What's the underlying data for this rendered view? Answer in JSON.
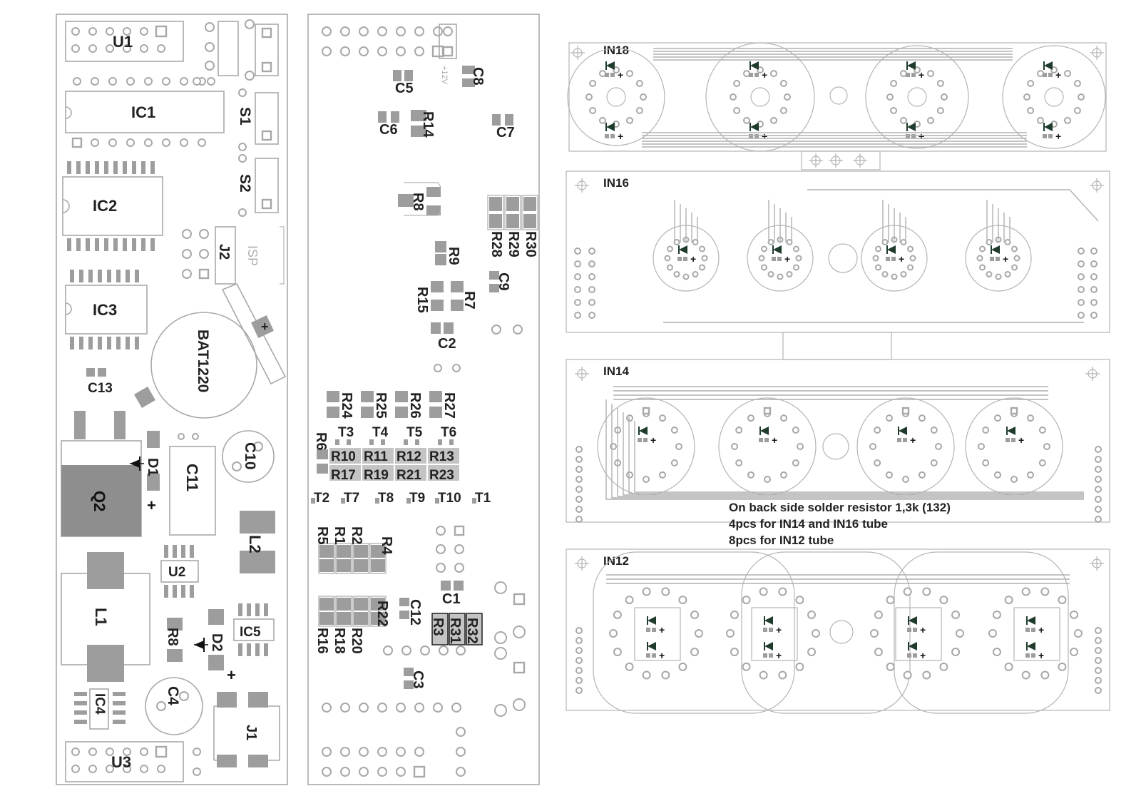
{
  "boards": {
    "main": {
      "labels": [
        "U1",
        "IC1",
        "S1",
        "S2",
        "IC2",
        "J2",
        "IC3",
        "BAT1220",
        "C13",
        "Q2",
        "D1",
        "C11",
        "C10",
        "L2",
        "U2",
        "L1",
        "R8",
        "D2",
        "IC5",
        "C4",
        "IC4",
        "J1",
        "U3"
      ],
      "silk_isp": "ISP",
      "polarity_plus": "+"
    },
    "control": {
      "labels": [
        "C5",
        "C8",
        "C6",
        "R14",
        "C7",
        "R8",
        "R28",
        "R29",
        "R30",
        "R9",
        "C9",
        "R15",
        "R7",
        "C2",
        "R24",
        "R25",
        "R26",
        "R27",
        "T3",
        "T4",
        "T5",
        "T6",
        "R6",
        "R10",
        "R11",
        "R12",
        "R13",
        "R17",
        "R19",
        "R21",
        "R23",
        "T2",
        "T7",
        "T8",
        "T9",
        "T10",
        "T1",
        "R5",
        "R1",
        "R2",
        "R4",
        "C1",
        "C12",
        "R22",
        "R16",
        "R18",
        "R20",
        "R3",
        "R31",
        "R32",
        "C3"
      ],
      "silk_12v": "+12V"
    },
    "displays": [
      {
        "name": "IN18"
      },
      {
        "name": "IN16"
      },
      {
        "name": "IN14"
      },
      {
        "name": "IN12"
      }
    ]
  },
  "note": {
    "line1": "On back side solder resistor 1,3k (132)",
    "line2": "4pcs for IN14 and IN16 tube",
    "line3": "8pcs for IN12 tube"
  }
}
